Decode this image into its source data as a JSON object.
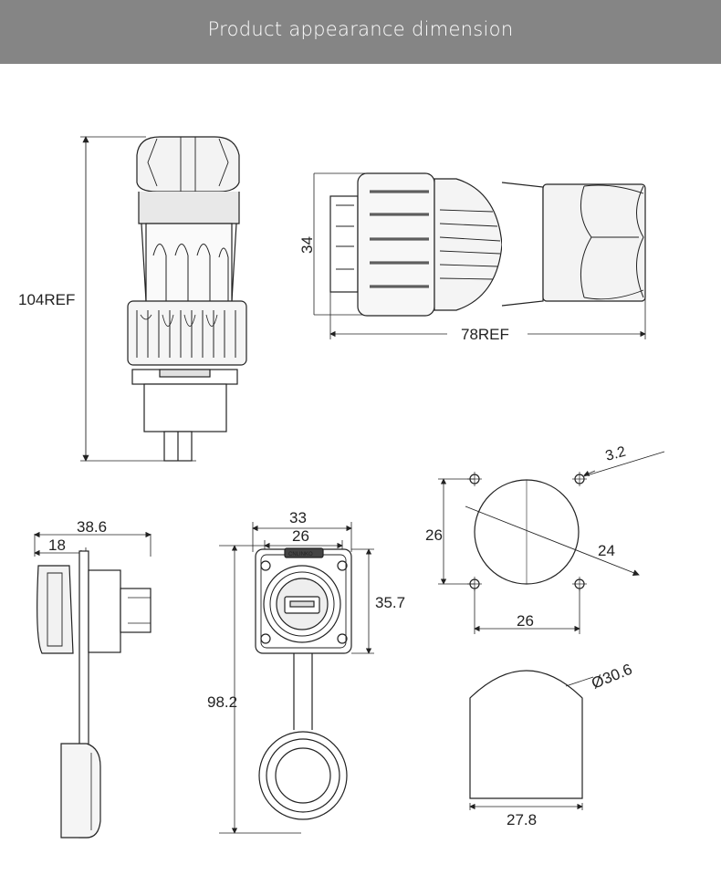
{
  "header": {
    "title": "Product appearance dimension"
  },
  "dimensions": {
    "side_height": "104REF",
    "top_height": "34",
    "top_length": "78REF",
    "panel_depth_total": "38.6",
    "panel_depth_front": "18",
    "flange_width": "33",
    "hole_spacing_top": "26",
    "flange_height": "35.7",
    "total_height": "98.2",
    "cutout_hole_dia": "3.2",
    "cutout_vertical": "26",
    "cutout_circle": "24",
    "cutout_horizontal": "26",
    "d_cut_diameter": "Ø30.6",
    "d_cut_flat": "27.8"
  },
  "logo_text": "CNLINKO"
}
